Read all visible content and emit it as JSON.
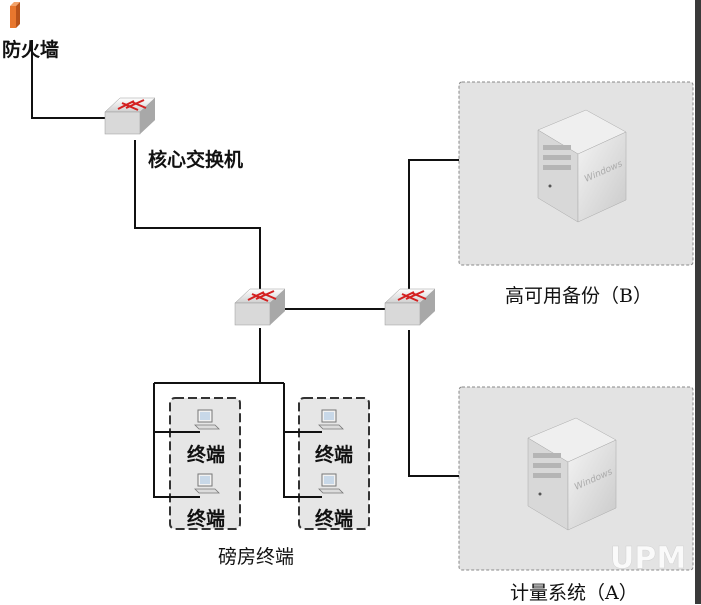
{
  "labels": {
    "firewall": "防火墙",
    "core_switch": "核心交换机",
    "ha_backup": "高可用备份（B）",
    "metering": "计量系统（A）",
    "weighroom": "磅房终端"
  },
  "terminals": [
    {
      "label": "终端"
    },
    {
      "label": "终端"
    },
    {
      "label": "终端"
    },
    {
      "label": "终端"
    }
  ],
  "servers": [
    {
      "os_text": "Windows"
    },
    {
      "os_text": "Windows"
    }
  ],
  "watermark": {
    "text": "UPM"
  },
  "colors": {
    "line": "#111111",
    "zone_fill": "#e3e3e3",
    "firewall": "#e8772e",
    "switch_arrow": "#d42020",
    "watermark": "#ffffff"
  }
}
